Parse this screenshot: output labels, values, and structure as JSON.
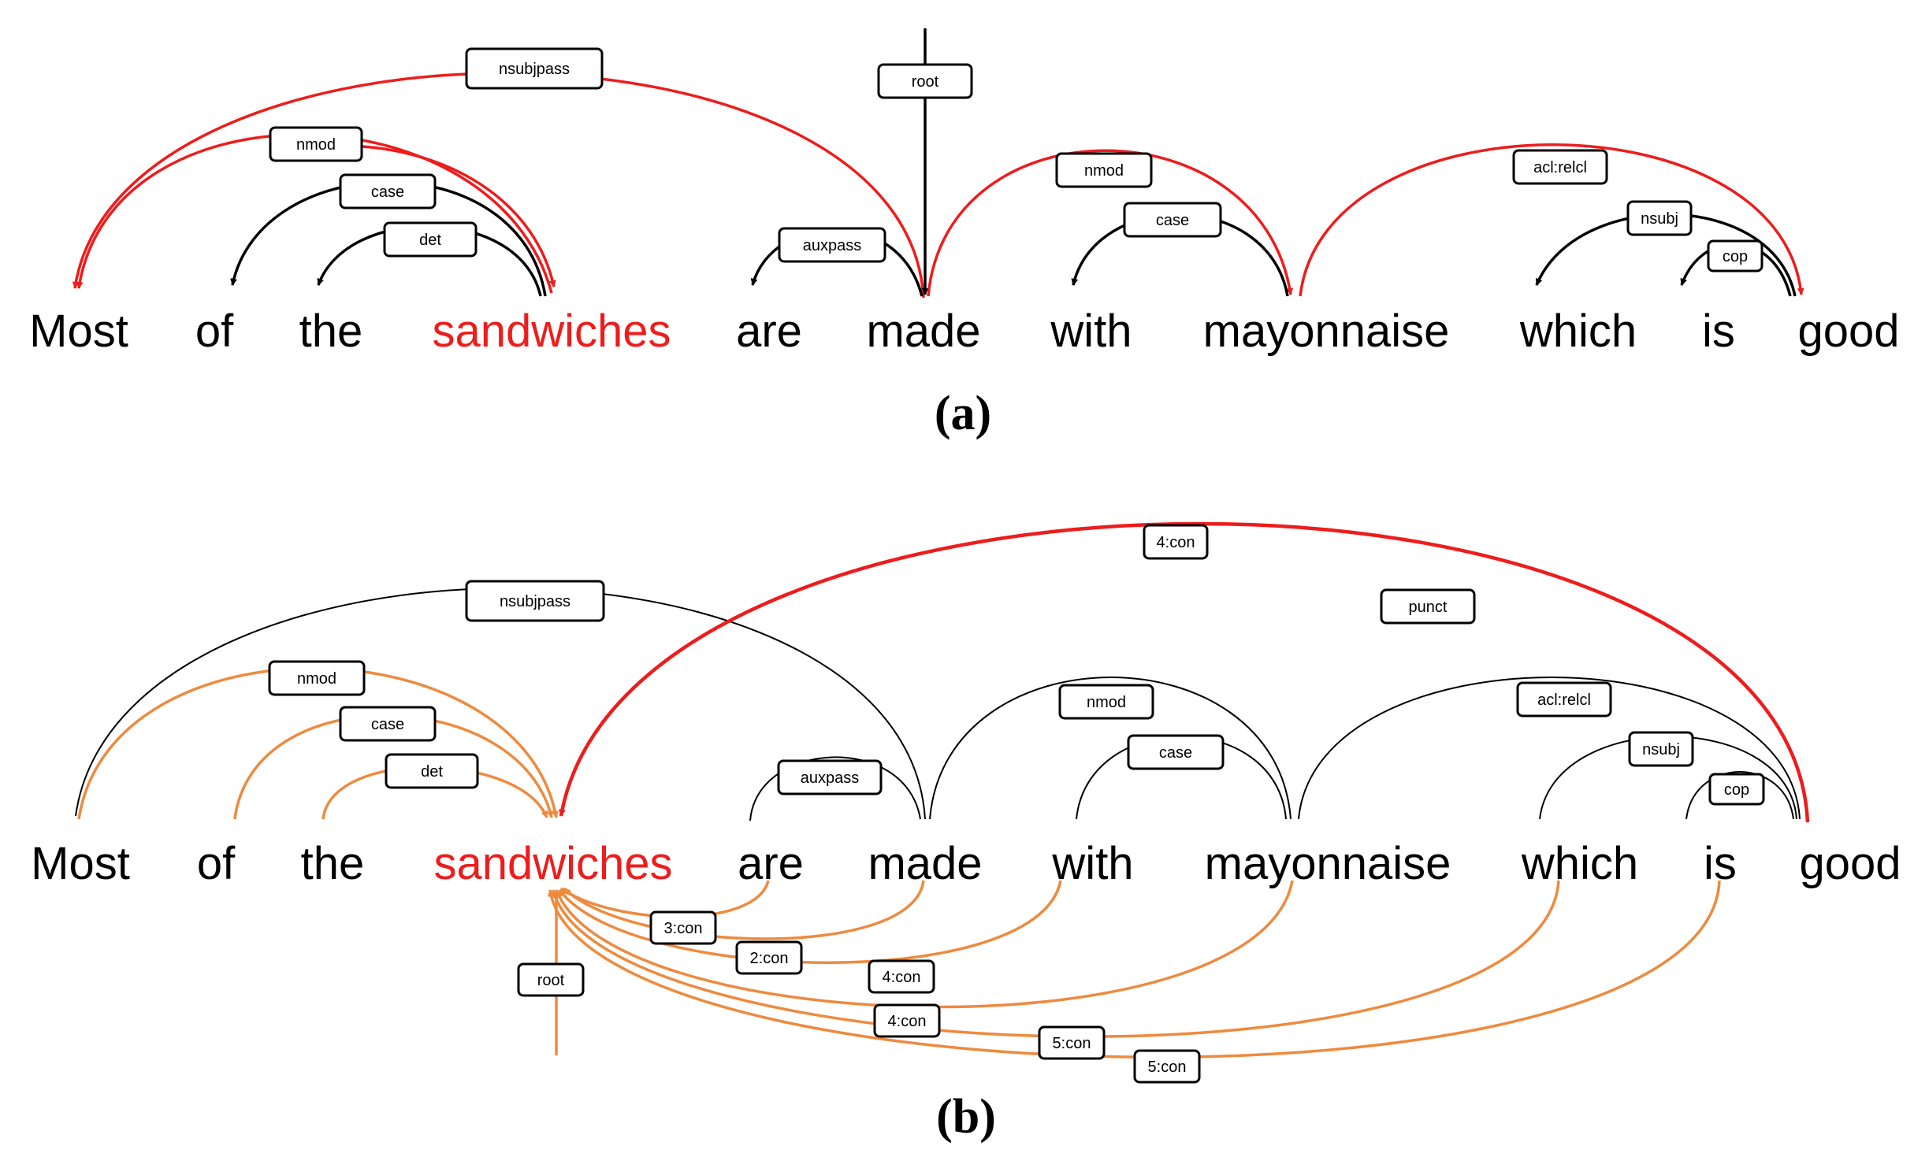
{
  "colors": {
    "red": "#ee1c1c",
    "black": "#000000",
    "orange": "#ee8a3e"
  },
  "panel_a": {
    "caption": "(a)",
    "words": [
      "Most",
      "of",
      "the",
      "sandwiches",
      "are",
      "made",
      "with",
      "mayonnaise",
      "which",
      "is",
      "good"
    ],
    "highlight_word": "sandwiches",
    "arcs": [
      {
        "label": "nsubjpass",
        "from": "made",
        "to": "Most",
        "color": "red"
      },
      {
        "label": "nmod",
        "from": "sandwiches",
        "to": "Most",
        "color": "red"
      },
      {
        "label": "case",
        "from": "sandwiches",
        "to": "of",
        "color": "black"
      },
      {
        "label": "det",
        "from": "sandwiches",
        "to": "the",
        "color": "black"
      },
      {
        "label": "root",
        "from": "",
        "to": "made",
        "color": "black"
      },
      {
        "label": "auxpass",
        "from": "made",
        "to": "are",
        "color": "black"
      },
      {
        "label": "nmod",
        "from": "made",
        "to": "mayonnaise",
        "color": "red"
      },
      {
        "label": "case",
        "from": "mayonnaise",
        "to": "with",
        "color": "black"
      },
      {
        "label": "acl:relcl",
        "from": "mayonnaise",
        "to": "good",
        "color": "red"
      },
      {
        "label": "nsubj",
        "from": "good",
        "to": "which",
        "color": "black"
      },
      {
        "label": "cop",
        "from": "good",
        "to": "is",
        "color": "black"
      }
    ]
  },
  "panel_b": {
    "caption": "(b)",
    "words": [
      "Most",
      "of",
      "the",
      "sandwiches",
      "are",
      "made",
      "with",
      "mayonnaise",
      "which",
      "is",
      "good"
    ],
    "highlight_word": "sandwiches",
    "arcs_above": [
      {
        "label": "4:con",
        "from": "good",
        "to": "sandwiches",
        "color": "red"
      },
      {
        "label": "punct"
      },
      {
        "label": "nsubjpass",
        "from": "Most",
        "to": "made",
        "color": "black"
      },
      {
        "label": "nmod",
        "from": "Most",
        "to": "sandwiches",
        "color": "orange"
      },
      {
        "label": "case",
        "from": "of",
        "to": "sandwiches",
        "color": "orange"
      },
      {
        "label": "det",
        "from": "the",
        "to": "sandwiches",
        "color": "orange"
      },
      {
        "label": "auxpass",
        "from": "are",
        "to": "made",
        "color": "black"
      },
      {
        "label": "nmod",
        "from": "made",
        "to": "mayonnaise",
        "color": "black"
      },
      {
        "label": "case",
        "from": "with",
        "to": "mayonnaise",
        "color": "black"
      },
      {
        "label": "acl:relcl",
        "from": "mayonnaise",
        "to": "good",
        "color": "black"
      },
      {
        "label": "nsubj",
        "from": "which",
        "to": "good",
        "color": "black"
      },
      {
        "label": "cop",
        "from": "is",
        "to": "good",
        "color": "black"
      }
    ],
    "arcs_below": [
      {
        "label": "3:con",
        "from": "are",
        "to": "sandwiches",
        "color": "orange"
      },
      {
        "label": "2:con",
        "from": "made",
        "to": "sandwiches",
        "color": "orange"
      },
      {
        "label": "4:con",
        "from": "with",
        "to": "sandwiches",
        "color": "orange"
      },
      {
        "label": "4:con",
        "from": "mayonnaise",
        "to": "sandwiches",
        "color": "orange"
      },
      {
        "label": "5:con",
        "from": "which",
        "to": "sandwiches",
        "color": "orange"
      },
      {
        "label": "5:con",
        "from": "is",
        "to": "sandwiches",
        "color": "orange"
      },
      {
        "label": "root",
        "from": "",
        "to": "sandwiches",
        "color": "orange"
      }
    ]
  }
}
